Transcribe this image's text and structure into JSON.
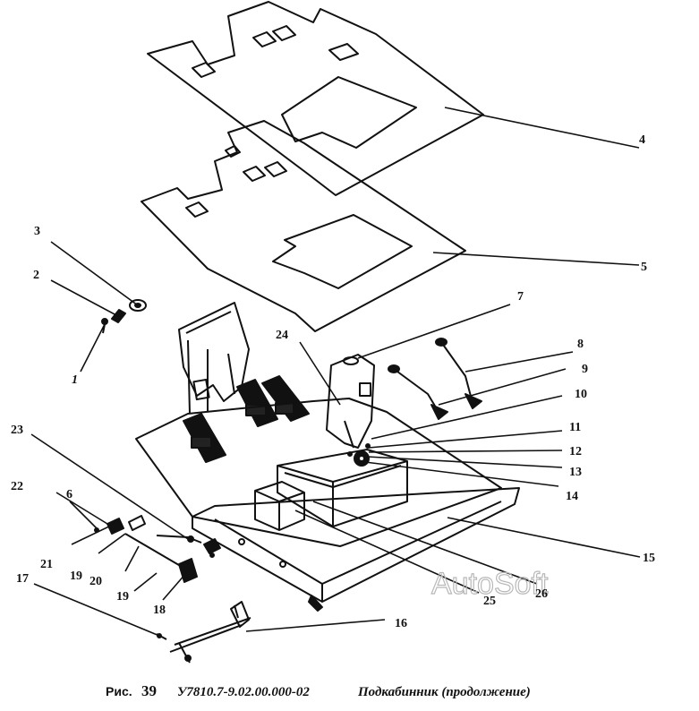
{
  "diagram": {
    "callouts": {
      "c1": "1",
      "c2": "2",
      "c3": "3",
      "c4": "4",
      "c5": "5",
      "c6": "6",
      "c7": "7",
      "c8": "8",
      "c9": "9",
      "c10": "10",
      "c11": "11",
      "c12": "12",
      "c13": "13",
      "c14": "14",
      "c15": "15",
      "c16": "16",
      "c17": "17",
      "c18": "18",
      "c19a": "19",
      "c19b": "19",
      "c20": "20",
      "c21": "21",
      "c22": "22",
      "c23": "23",
      "c24": "24",
      "c25": "25",
      "c26": "26"
    },
    "watermark": "AutoSoft"
  },
  "caption": {
    "fig_label": "Рис.",
    "fig_number": "39",
    "code": "У7810.7-9.02.00.000-02",
    "title": "Подкабинник (продолжение)"
  }
}
